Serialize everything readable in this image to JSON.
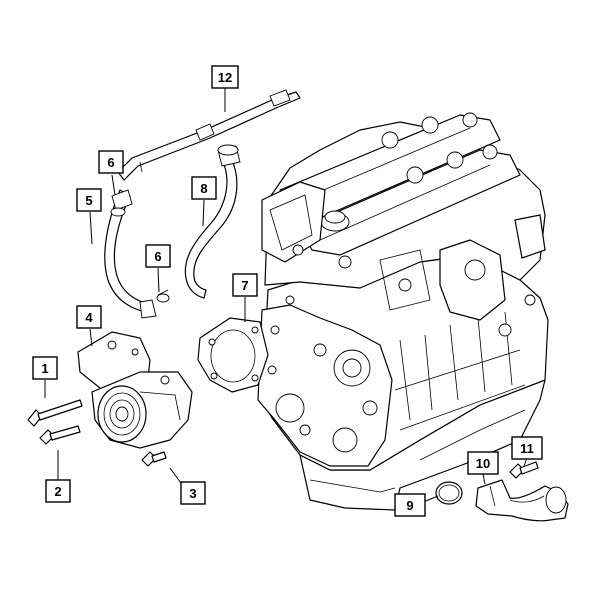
{
  "callouts": [
    {
      "id": "c1",
      "label": "1"
    },
    {
      "id": "c2",
      "label": "2"
    },
    {
      "id": "c3",
      "label": "3"
    },
    {
      "id": "c4",
      "label": "4"
    },
    {
      "id": "c5",
      "label": "5"
    },
    {
      "id": "c6a",
      "label": "6"
    },
    {
      "id": "c6b",
      "label": "6"
    },
    {
      "id": "c7",
      "label": "7"
    },
    {
      "id": "c8",
      "label": "8"
    },
    {
      "id": "c9",
      "label": "9"
    },
    {
      "id": "c10",
      "label": "10"
    },
    {
      "id": "c11",
      "label": "11"
    },
    {
      "id": "c12",
      "label": "12"
    }
  ]
}
